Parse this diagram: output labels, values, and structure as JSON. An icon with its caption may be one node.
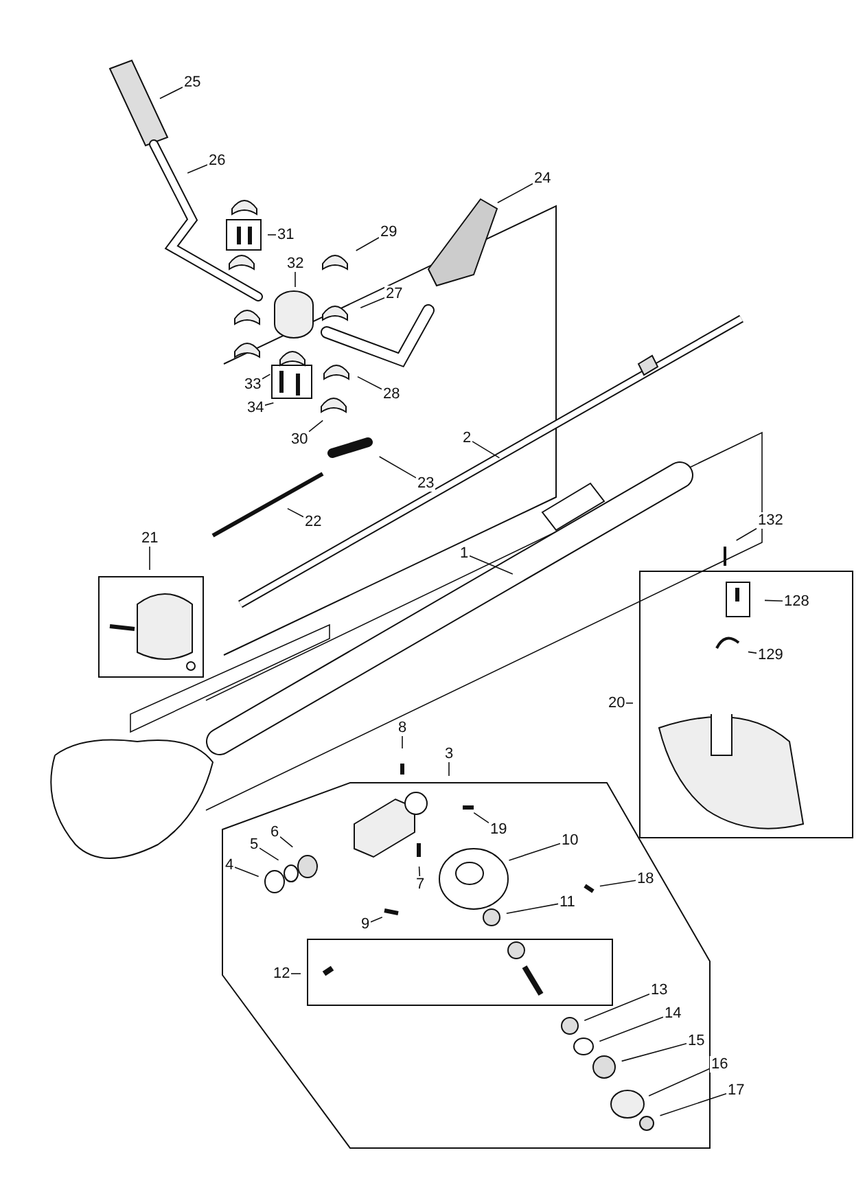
{
  "diagram": {
    "nodes": [
      {
        "text": [
          "25"
        ]
      },
      {
        "text": [
          "26"
        ]
      },
      {
        "text": [
          "24"
        ]
      },
      {
        "text": [
          "31"
        ]
      },
      {
        "text": [
          "29"
        ]
      },
      {
        "text": [
          "32"
        ]
      },
      {
        "text": [
          "27"
        ]
      },
      {
        "text": [
          "33"
        ]
      },
      {
        "text": [
          "34"
        ]
      },
      {
        "text": [
          "28"
        ]
      },
      {
        "text": [
          "30"
        ]
      },
      {
        "text": [
          "2"
        ]
      },
      {
        "text": [
          "23"
        ]
      },
      {
        "text": [
          "22"
        ]
      },
      {
        "text": [
          "21"
        ]
      },
      {
        "text": [
          "1"
        ]
      },
      {
        "text": [
          "132"
        ]
      },
      {
        "text": [
          "128"
        ]
      },
      {
        "text": [
          "129"
        ]
      },
      {
        "text": [
          "20"
        ]
      },
      {
        "text": [
          "8"
        ]
      },
      {
        "text": [
          "3"
        ]
      },
      {
        "text": [
          "19"
        ]
      },
      {
        "text": [
          "6"
        ]
      },
      {
        "text": [
          "5"
        ]
      },
      {
        "text": [
          "4"
        ]
      },
      {
        "text": [
          "10"
        ]
      },
      {
        "text": [
          "18"
        ]
      },
      {
        "text": [
          "11"
        ]
      },
      {
        "text": [
          "7"
        ]
      },
      {
        "text": [
          "9"
        ]
      },
      {
        "text": [
          "12"
        ]
      },
      {
        "text": [
          "13"
        ]
      },
      {
        "text": [
          "14"
        ]
      },
      {
        "text": [
          "15"
        ]
      },
      {
        "text": [
          "16"
        ]
      },
      {
        "text": [
          "17"
        ]
      }
    ],
    "edges": [
      {
        "from": 0,
        "to": null,
        "arrow": "none"
      },
      {
        "from": 1,
        "to": null,
        "arrow": "none"
      },
      {
        "from": 2,
        "to": null,
        "arrow": "none"
      },
      {
        "from": 3,
        "to": null,
        "arrow": "none"
      },
      {
        "from": 4,
        "to": null,
        "arrow": "none"
      },
      {
        "from": 5,
        "to": null,
        "arrow": "none"
      },
      {
        "from": 6,
        "to": null,
        "arrow": "none"
      },
      {
        "from": 7,
        "to": null,
        "arrow": "none"
      },
      {
        "from": 8,
        "to": null,
        "arrow": "none"
      },
      {
        "from": 9,
        "to": null,
        "arrow": "none"
      },
      {
        "from": 10,
        "to": null,
        "arrow": "none"
      },
      {
        "from": 11,
        "to": null,
        "arrow": "none"
      },
      {
        "from": 12,
        "to": null,
        "arrow": "none"
      },
      {
        "from": 13,
        "to": null,
        "arrow": "none"
      },
      {
        "from": 14,
        "to": null,
        "arrow": "none"
      },
      {
        "from": 15,
        "to": null,
        "arrow": "none"
      },
      {
        "from": 16,
        "to": null,
        "arrow": "none"
      },
      {
        "from": 17,
        "to": null,
        "arrow": "none"
      },
      {
        "from": 18,
        "to": null,
        "arrow": "none"
      },
      {
        "from": 19,
        "to": null,
        "arrow": "none"
      },
      {
        "from": 20,
        "to": null,
        "arrow": "none"
      },
      {
        "from": 21,
        "to": null,
        "arrow": "none"
      },
      {
        "from": 22,
        "to": null,
        "arrow": "none"
      },
      {
        "from": 23,
        "to": null,
        "arrow": "none"
      },
      {
        "from": 24,
        "to": null,
        "arrow": "none"
      },
      {
        "from": 25,
        "to": null,
        "arrow": "none"
      },
      {
        "from": 26,
        "to": null,
        "arrow": "none"
      },
      {
        "from": 27,
        "to": null,
        "arrow": "none"
      },
      {
        "from": 28,
        "to": null,
        "arrow": "none"
      },
      {
        "from": 29,
        "to": null,
        "arrow": "none"
      },
      {
        "from": 30,
        "to": null,
        "arrow": "none"
      },
      {
        "from": 31,
        "to": null,
        "arrow": "none"
      },
      {
        "from": 32,
        "to": null,
        "arrow": "none"
      },
      {
        "from": 33,
        "to": null,
        "arrow": "none"
      },
      {
        "from": 34,
        "to": null,
        "arrow": "none"
      },
      {
        "from": 35,
        "to": null,
        "arrow": "none"
      },
      {
        "from": 36,
        "to": null,
        "arrow": "none"
      }
    ]
  }
}
